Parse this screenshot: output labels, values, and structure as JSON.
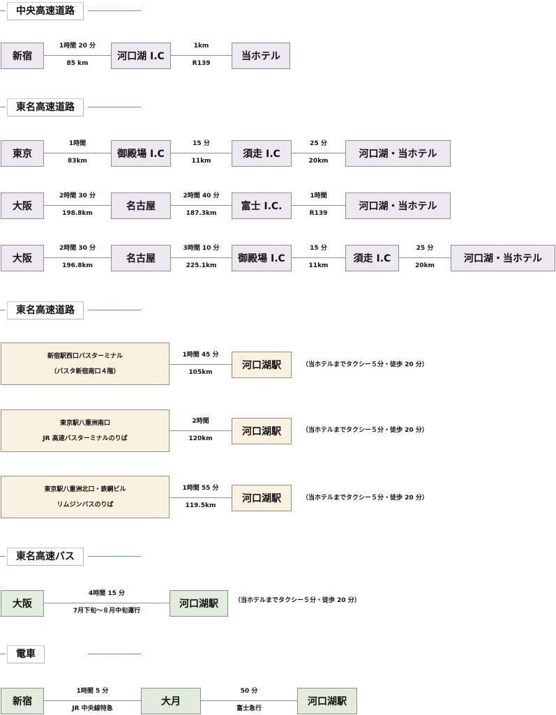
{
  "sections": {
    "s1": "中央高速道路",
    "s2": "東名高速道路",
    "s3": "東名高速道路",
    "s4": "東名高速バス",
    "s5": "電車"
  },
  "r1": {
    "n1": "新宿",
    "c1_top": "1時間 20 分",
    "c1_bot": "85 km",
    "n2": "河口湖 I.C",
    "c2_top": "1km",
    "c2_bot": "R139",
    "n3": "当ホテル"
  },
  "r2": {
    "n1": "東京",
    "c1_top": "1時間",
    "c1_bot": "83km",
    "n2": "御殿場 I.C",
    "c2_top": "15 分",
    "c2_bot": "11km",
    "n3": "須走 I.C",
    "c3_top": "25 分",
    "c3_bot": "20km",
    "n4": "河口湖・当ホテル"
  },
  "r3": {
    "n1": "大阪",
    "c1_top": "2時間 30 分",
    "c1_bot": "198.8km",
    "n2": "名古屋",
    "c2_top": "2時間 40 分",
    "c2_bot": "187.3km",
    "n3": "富士 I.C.",
    "c3_top": "1時間",
    "c3_bot": "R139",
    "n4": "河口湖・当ホテル"
  },
  "r4": {
    "n1": "大阪",
    "c1_top": "2時間 30 分",
    "c1_bot": "196.8km",
    "n2": "名古屋",
    "c2_top": "3時間 10 分",
    "c2_bot": "225.1km",
    "n3": "御殿場 I.C",
    "c3_top": "15 分",
    "c3_bot": "11km",
    "n4": "須走 I.C",
    "c4_top": "25 分",
    "c4_bot": "20km",
    "n5": "河口湖・当ホテル"
  },
  "b1": {
    "n1_l1": "新宿駅西口バスターミナル",
    "n1_l2": "（バスタ新宿南口４階）",
    "c1_top": "1時間 45 分",
    "c1_bot": "105km",
    "n2": "河口湖駅",
    "note": "（当ホテルまでタクシー５分・徒歩 20 分）"
  },
  "b2": {
    "n1_l1": "東京駅八重洲南口",
    "n1_l2": "JR 高速バスターミナルのりば",
    "c1_top": "2時間",
    "c1_bot": "120km",
    "n2": "河口湖駅",
    "note": "（当ホテルまでタクシー５分・徒歩 20 分）"
  },
  "b3": {
    "n1_l1": "東京駅八重洲北口・鉄鋼ビル",
    "n1_l2": "リムジンバスのりば",
    "c1_top": "1時間 55 分",
    "c1_bot": "119.5km",
    "n2": "河口湖駅",
    "note": "（当ホテルまでタクシー５分・徒歩 20 分）"
  },
  "bus": {
    "n1": "大阪",
    "c1_top": "4時間 15 分",
    "c1_bot": "7月下旬～８月中旬運行",
    "n2": "河口湖駅",
    "note": "（当ホテルまでタクシー５分・徒歩 20 分）"
  },
  "train": {
    "n1": "新宿",
    "c1_top": "1時間 5 分",
    "c1_bot": "JR 中央線特急",
    "n2": "大月",
    "c2_top": "50 分",
    "c2_bot": "富士急行",
    "n3": "河口湖駅"
  }
}
